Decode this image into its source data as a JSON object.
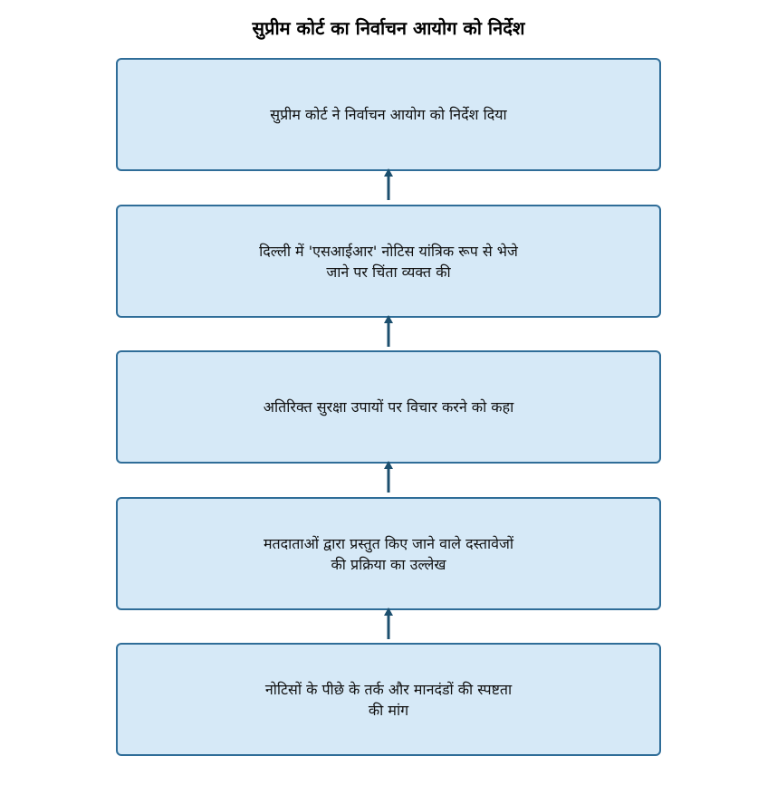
{
  "diagram": {
    "title": "सुप्रीम कोर्ट का निर्वाचन आयोग को निर्देश",
    "steps": [
      {
        "text": "सुप्रीम कोर्ट ने निर्वाचन आयोग को निर्देश दिया"
      },
      {
        "text": "दिल्ली में 'एसआईआर' नोटिस यांत्रिक रूप से भेजे जाने पर चिंता व्यक्त की"
      },
      {
        "text": "अतिरिक्त सुरक्षा उपायों पर विचार करने को कहा"
      },
      {
        "text": "मतदाताओं द्वारा प्रस्तुत किए जाने वाले दस्तावेजों की प्रक्रिया का उल्लेख"
      },
      {
        "text": "नोटिसों के पीछे के तर्क और मानदंडों की स्पष्टता की मांग"
      }
    ],
    "colors": {
      "box_fill": "#d6e9f7",
      "box_border": "#2f6d98",
      "arrow": "#1c4f6e"
    }
  }
}
